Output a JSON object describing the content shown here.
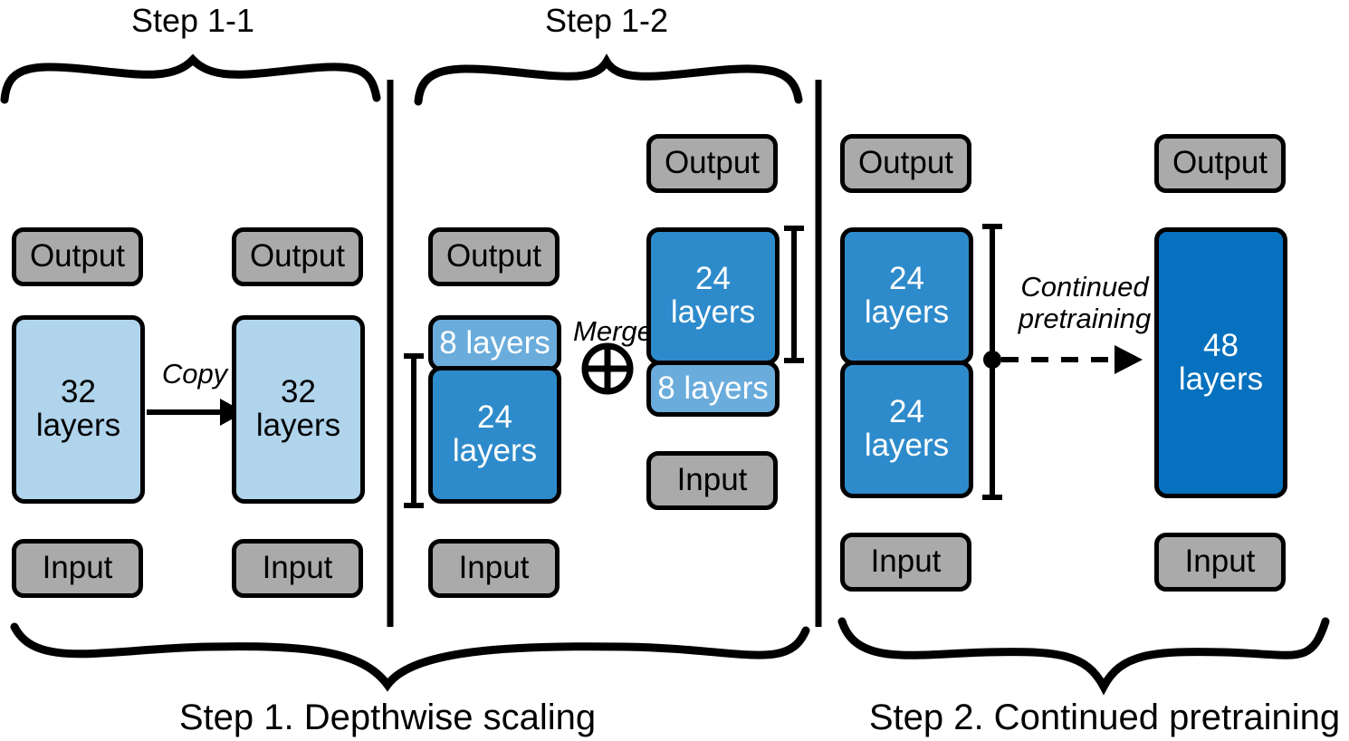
{
  "diagram": {
    "title_top_left": "Step 1-1",
    "title_top_middle": "Step 1-2",
    "title_bottom_left": "Step 1. Depthwise scaling",
    "title_bottom_right": "Step 2. Continued pretraining"
  },
  "colors": {
    "light_blue": "#b0d4ec",
    "mid_blue": "#2e8bcb",
    "light_mid_blue": "#6aacdc",
    "dark_blue": "#0671be",
    "gray": "#aaaaaa",
    "outline": "#000000",
    "background": "#ffffff"
  },
  "labels": {
    "output": "Output",
    "input": "Input",
    "copy": "Copy",
    "merge": "Merge",
    "continued_pretraining_line1": "Continued",
    "continued_pretraining_line2": "pretraining"
  },
  "icons": {
    "merge_symbol": "circled-plus-icon",
    "copy_arrow": "solid-arrow-icon",
    "pretrain_arrow": "dashed-arrow-icon"
  },
  "models": {
    "base_source": {
      "output": "Output",
      "layers": "32 layers",
      "input": "Input"
    },
    "base_copy": {
      "output": "Output",
      "layers": "32 layers",
      "input": "Input"
    },
    "split_left": {
      "output": "Output",
      "top_block": "8 layers",
      "bottom_block": "24 layers",
      "input": "Input"
    },
    "split_right": {
      "output": "Output",
      "top_block": "24 layers",
      "bottom_block": "8 layers",
      "input": "Input"
    },
    "merged": {
      "output": "Output",
      "top_block": "24 layers",
      "bottom_block": "24 layers",
      "input": "Input"
    },
    "pretrained": {
      "output": "Output",
      "layers": "48 layers",
      "input": "Input"
    }
  }
}
